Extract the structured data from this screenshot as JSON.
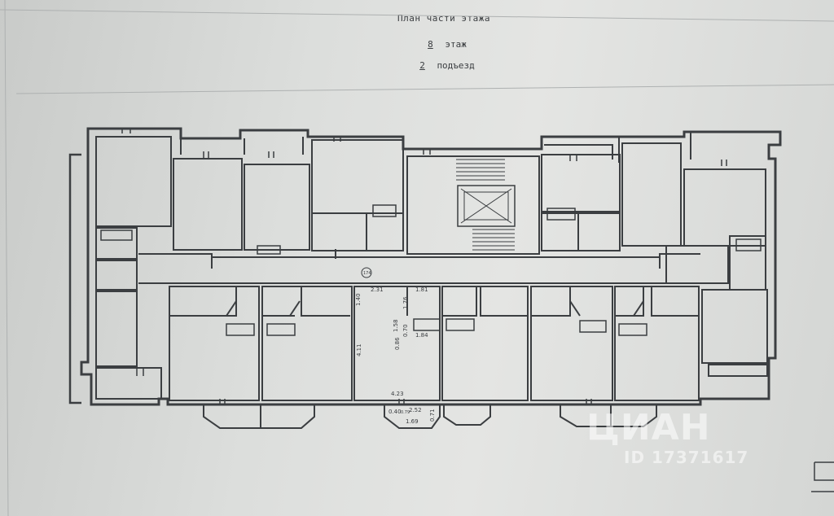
{
  "plan": {
    "title": "План части этажа",
    "floor_value": "8",
    "floor_label": "этаж",
    "entrance_value": "2",
    "entrance_label": "подъезд",
    "room_marker": "174"
  },
  "dimensions": [
    "2.31",
    "1.81",
    "1.40",
    "1.76",
    "1.58",
    "0.70",
    "1.84",
    "0.86",
    "4.11",
    "4.23",
    "0.40",
    "0.79",
    "2.52",
    "0.71",
    "1.69"
  ],
  "watermark": {
    "brand": "ЦИАН",
    "listing_id": "ID 17371617"
  },
  "colors": {
    "paper": "#dedfdd",
    "ink": "#3a3d40"
  }
}
